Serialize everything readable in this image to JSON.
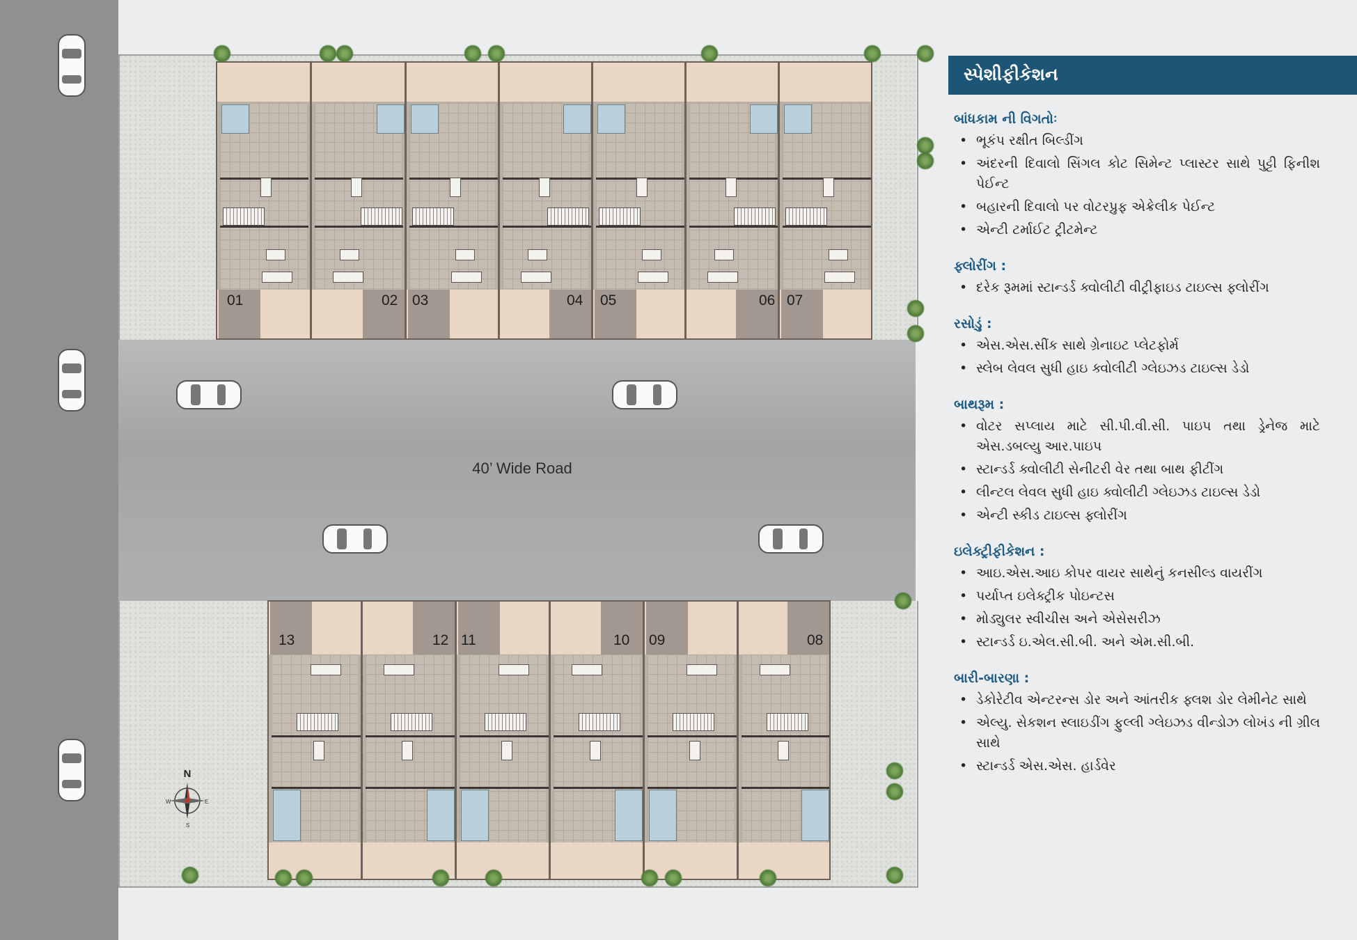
{
  "road_label": "40’ Wide Road",
  "compass": {
    "n": "N",
    "s": "S",
    "e": "E",
    "w": "W"
  },
  "units_top": [
    "01",
    "02",
    "03",
    "04",
    "05",
    "06",
    "07"
  ],
  "units_bottom": [
    "13",
    "12",
    "11",
    "10",
    "09",
    "08"
  ],
  "spec": {
    "title": "સ્પેશીફીકેશન",
    "sections": [
      {
        "title": "બાંધકામ ની વિગતોઃ",
        "items": [
          "ભૂકંપ રક્ષીત બિલ્ડીંગ",
          "અંદરની દિવાલો સિંગલ કોટ સિમેન્ટ પ્લાસ્ટર સાથે પુટ્ટી ફિનીશ પેઈન્ટ",
          "બહારની દિવાલો પર વોટરપ્રુફ એક્રેલીક પેઈન્ટ",
          "એન્ટી ટર્માઈટ ટ્રીટમેન્ટ"
        ]
      },
      {
        "title": "ફ્લોરીંગ :",
        "items": [
          "દરેક રૂમમાં સ્ટાન્ડર્ડ ક્વોલીટી વીટ્રીફાઇડ ટાઇલ્સ ફ્લોરીંગ"
        ]
      },
      {
        "title": "રસોડું :",
        "items": [
          "એસ.એસ.સીંક સાથે ગ્રેનાઇટ પ્લેટફોર્મ",
          "સ્લેબ લેવલ સુધી હાઇ ક્વોલીટી ગ્લેઇઝડ ટાઇલ્સ ડેડો"
        ]
      },
      {
        "title": "બાથરૂમ :",
        "items": [
          "વોટર સપ્લાય માટે સી.પી.વી.સી. પાઇપ તથા ડ્રેનેજ માટે એસ.ડબલ્યુ આર.પાઇપ",
          "સ્ટાન્ડર્ડ ક્વોલીટી સેનીટરી વેર તથા બાથ ફીટીંગ",
          "લીન્ટલ લેવલ સુધી હાઇ ક્વોલીટી ગ્લેઇઝડ ટાઇલ્સ ડેડો",
          "એન્ટી સ્કીડ ટાઇલ્સ ફ્લોરીંગ"
        ]
      },
      {
        "title": "ઇલેક્ટ્રીફીકેશન :",
        "items": [
          "આઇ.એસ.આઇ કોપર વાયર સાથેનું કનસીલ્ડ વાયરીંગ",
          "પર્યાપ્ત ઇલેક્ટ્રીક પોઇન્ટસ",
          "મોડ્યુલર સ્વીચીસ અને એસેસરીઝ",
          "સ્ટાન્ડર્ડ ઇ.એલ.સી.બી. અને એમ.સી.બી."
        ]
      },
      {
        "title": "બારી-બારણા :",
        "items": [
          "ડેકોરેટીવ એન્ટરન્સ ડોર અને આંતરીક ફ્લશ ડોર લેમીનેટ સાથે",
          "એલ્યુ. સેકશન સ્લાઇડીંગ ફુલ્લી ગ્લેઇઝડ વીન્ડોઝ લોખંડ ની ગ્રીલ સાથે",
          "સ્ટાન્ડર્ડ એસ.એસ. હાર્ડવેર"
        ]
      }
    ]
  }
}
